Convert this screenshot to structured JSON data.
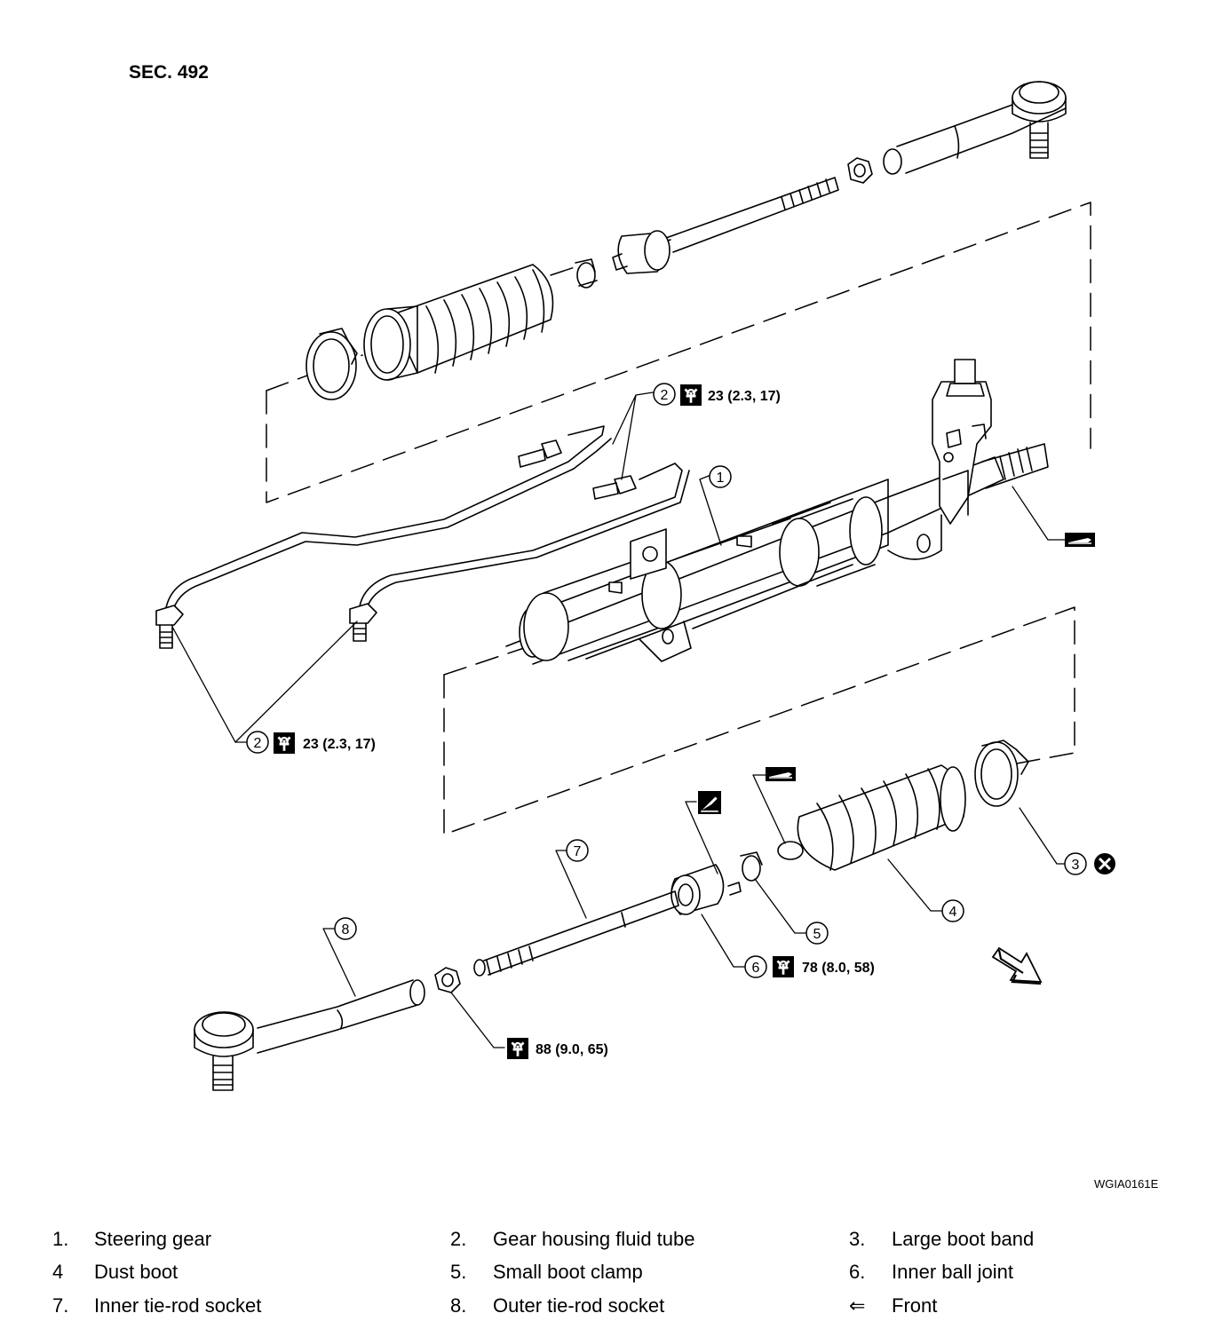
{
  "section": "SEC. 492",
  "figure_code": "WGIA0161E",
  "callouts": {
    "c1": "1",
    "c2a": "2",
    "c2b": "2",
    "c3": "3",
    "c4": "4",
    "c5": "5",
    "c6": "6",
    "c7": "7",
    "c8": "8"
  },
  "torques": {
    "t2a": "23 (2.3, 17)",
    "t2b": "23 (2.3, 17)",
    "t6": "78 (8.0, 58)",
    "t_nut": "88 (9.0, 65)"
  },
  "legend": [
    {
      "num": "1.",
      "label": "Steering gear"
    },
    {
      "num": "2.",
      "label": "Gear housing fluid tube"
    },
    {
      "num": "3.",
      "label": "Large boot band"
    },
    {
      "num": "4",
      "label": "Dust boot"
    },
    {
      "num": "5.",
      "label": "Small boot clamp"
    },
    {
      "num": "6.",
      "label": "Inner ball joint"
    },
    {
      "num": "7.",
      "label": "Inner tie-rod socket"
    },
    {
      "num": "8.",
      "label": "Outer tie-rod socket"
    },
    {
      "num": "⇐",
      "label": "Front"
    }
  ],
  "icons": {
    "torque": "torque-wrench-icon",
    "grease": "grease-icon",
    "sealant": "sealant-icon",
    "discard": "do-not-reuse-icon",
    "front": "front-arrow-icon"
  }
}
